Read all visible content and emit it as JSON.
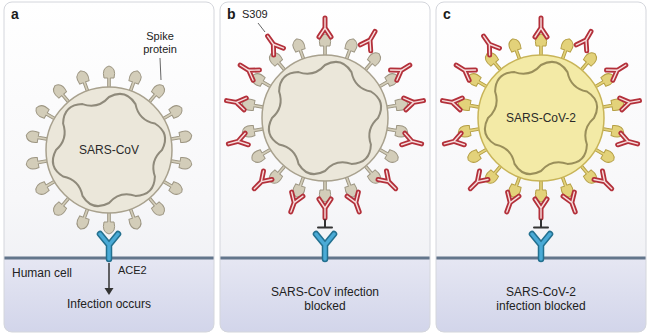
{
  "diagram": {
    "nodes": [
      {
        "text": [
          "a"
        ]
      },
      {
        "text": [
          "SARS-CoV"
        ],
        "in": 0
      },
      {
        "text": [
          "b"
        ]
      },
      {
        "text": [
          "c"
        ]
      },
      {
        "text": [
          "SARS-CoV-2"
        ],
        "in": 3
      }
    ],
    "labels": [
      "Spike protein",
      "Human cell",
      "ACE2",
      "Infection occurs",
      "S309",
      "SARS-CoV infection blocked",
      "SARS-CoV-2 infection blocked"
    ]
  }
}
